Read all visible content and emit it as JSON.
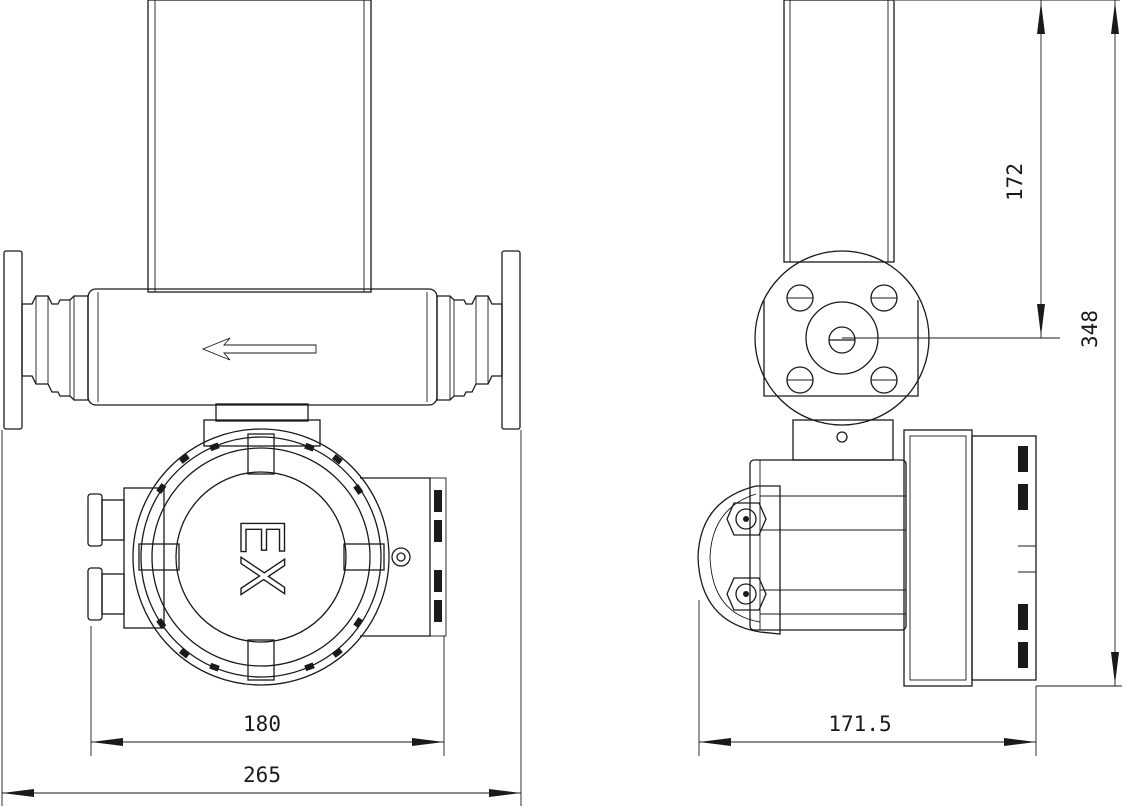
{
  "dimensions": {
    "front_width_body": "180",
    "front_width_total": "265",
    "side_width_total": "171.5",
    "side_height_upper": "172",
    "side_height_total": "348"
  },
  "markings": {
    "housing_label": "EX"
  }
}
